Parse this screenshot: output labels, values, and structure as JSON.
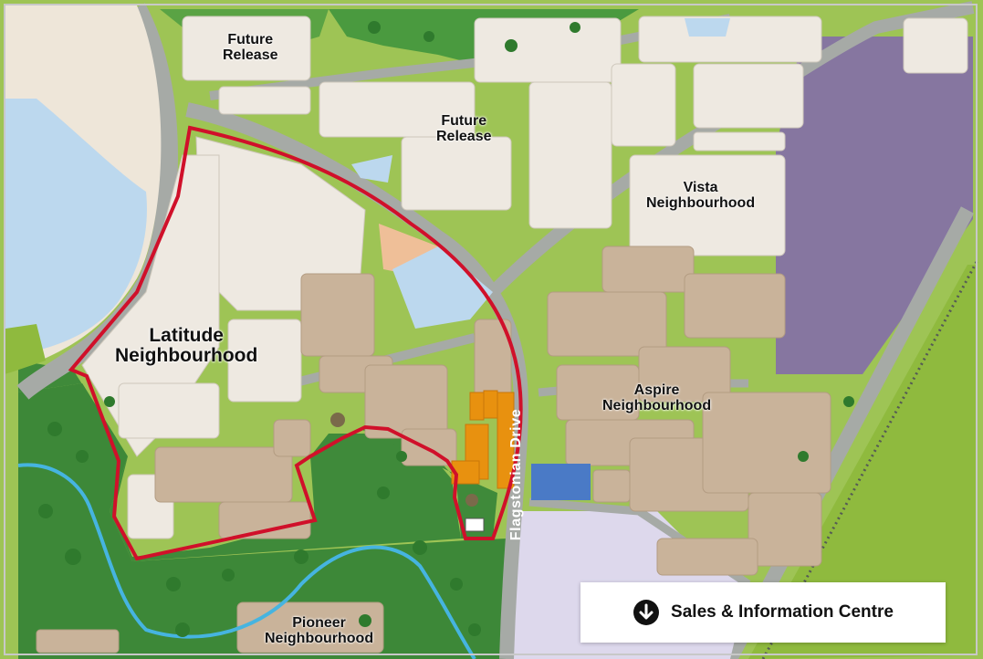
{
  "map": {
    "labels": {
      "future_release_1": "Future\nRelease",
      "future_release_2": "Future\nRelease",
      "vista": "Vista\nNeighbourhood",
      "latitude": "Latitude\nNeighbourhood",
      "aspire": "Aspire\nNeighbourhood",
      "pioneer": "Pioneer\nNeighbourhood"
    },
    "road_label": "Flagstonian Drive",
    "sales_button": {
      "label": "Sales & Information Centre",
      "icon": "arrow-down-circle-icon"
    },
    "colors": {
      "boundary": "#d0102a",
      "lot_available": "#e8910f",
      "lot_released": "#c9b39a",
      "lot_future": "#eee9e1",
      "bushland": "#3d8a3a",
      "open_grass": "#8fba3e",
      "road": "#a6aaa6",
      "water": "#bcd8ee",
      "creek": "#46b4e0",
      "school_site": "#8676a0",
      "town_centre": "#ddd8ec",
      "community_lot": "#4a7ac6",
      "commercial_lot": "#efbf98"
    }
  }
}
